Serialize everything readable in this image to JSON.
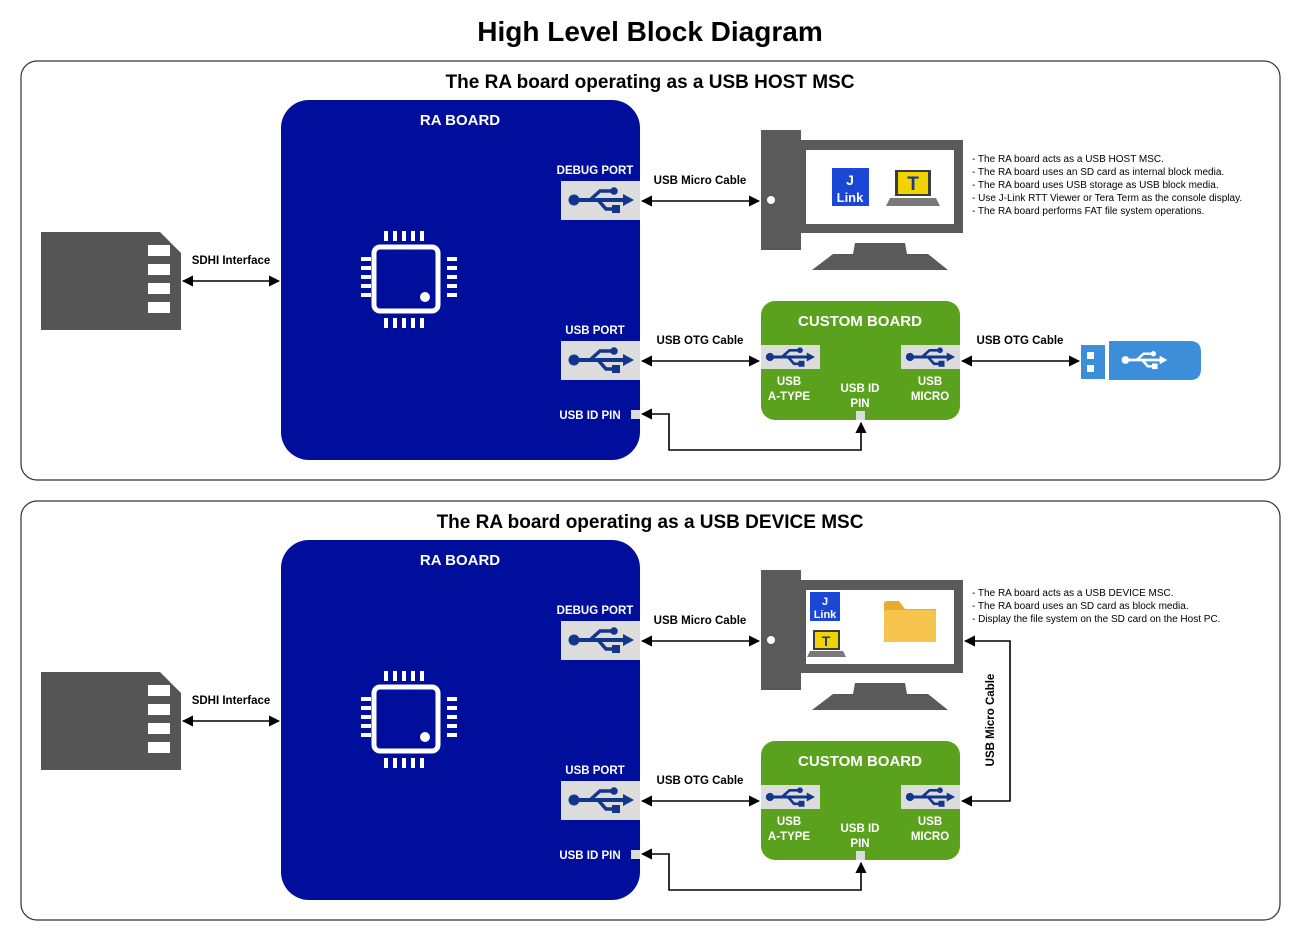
{
  "title": "High Level Block Diagram",
  "colors": {
    "ra_board": "#000e9c",
    "custom_board": "#5aa21e",
    "port_bg": "#dcdcdc",
    "usb_icon": "#13368c",
    "pc_gray": "#5a5a5a",
    "sd_gray": "#555555",
    "usb_stick": "#3d8ed8",
    "jlink_blue": "#1a47d6",
    "tera_yellow": "#f2d300",
    "folder": "#f7c44e"
  },
  "host_panel": {
    "heading": "The RA board operating as a USB HOST MSC",
    "ra_board_label": "RA BOARD",
    "debug_port_label": "DEBUG PORT",
    "usb_port_label": "USB PORT",
    "usb_id_pin_label": "USB ID PIN",
    "sdhi_label": "SDHI Interface",
    "usb_micro_cable_label": "USB Micro Cable",
    "usb_otg_cable_label": "USB OTG Cable",
    "usb_otg_cable2_label": "USB OTG Cable",
    "custom_board_label": "CUSTOM BOARD",
    "a_type_line1": "USB",
    "a_type_line2": "A-TYPE",
    "id_pin_line1": "USB ID",
    "id_pin_line2": "PIN",
    "micro_line1": "USB",
    "micro_line2": "MICRO",
    "jlink_line1": "J",
    "jlink_line2": "Link",
    "tera_letter": "T",
    "notes": [
      "- The RA board acts as a USB HOST MSC.",
      "- The RA board uses an SD card as internal block media.",
      "- The RA board uses USB storage as USB block media.",
      "- Use J-Link RTT Viewer or Tera Term as the console display.",
      "- The RA board performs FAT file system operations."
    ]
  },
  "device_panel": {
    "heading": "The RA board operating as a USB DEVICE MSC",
    "ra_board_label": "RA BOARD",
    "debug_port_label": "DEBUG PORT",
    "usb_port_label": "USB PORT",
    "usb_id_pin_label": "USB ID PIN",
    "sdhi_label": "SDHI Interface",
    "usb_micro_cable_label": "USB Micro Cable",
    "usb_otg_cable_label": "USB OTG Cable",
    "usb_micro_cable_vertical_label": "USB Micro Cable",
    "custom_board_label": "CUSTOM BOARD",
    "a_type_line1": "USB",
    "a_type_line2": "A-TYPE",
    "id_pin_line1": "USB ID",
    "id_pin_line2": "PIN",
    "micro_line1": "USB",
    "micro_line2": "MICRO",
    "jlink_line1": "J",
    "jlink_line2": "Link",
    "tera_letter": "T",
    "notes": [
      "- The RA board acts as a USB DEVICE MSC.",
      "- The RA board uses an SD card as block media.",
      "- Display the file system on the SD card on the Host PC."
    ]
  }
}
